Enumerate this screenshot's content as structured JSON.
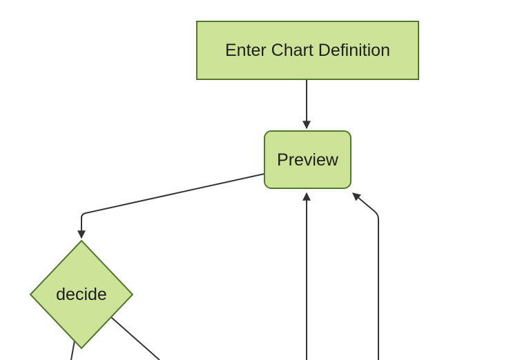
{
  "diagram": {
    "type": "flowchart",
    "direction": "top-down",
    "background": "#ffffff",
    "nodes": [
      {
        "id": "A",
        "label": "Enter Chart Definition",
        "shape": "rectangle"
      },
      {
        "id": "B",
        "label": "Preview",
        "shape": "rounded-rectangle"
      },
      {
        "id": "C",
        "label": "decide",
        "shape": "diamond"
      }
    ],
    "edges": [
      {
        "from": "Enter Chart Definition",
        "to": "Preview",
        "arrow": true
      },
      {
        "from": "Preview",
        "to": "decide",
        "arrow": true
      },
      {
        "from": "offscreen-bottom",
        "to": "Preview",
        "arrow": true
      },
      {
        "from": "offscreen-bottom-right",
        "to": "Preview",
        "arrow": true
      },
      {
        "from": "decide",
        "to": "offscreen-bottom-left",
        "arrow": false
      },
      {
        "from": "decide",
        "to": "offscreen-bottom-right",
        "arrow": false
      }
    ],
    "colors": {
      "node_fill": "#cde498",
      "node_border": "#50772c",
      "edge_line": "#333333",
      "arrowhead": "#333333",
      "label_text": "#1f1f1f"
    }
  }
}
